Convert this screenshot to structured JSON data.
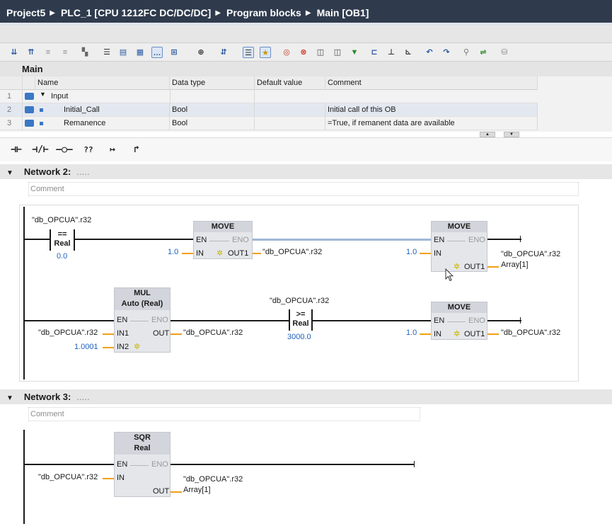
{
  "breadcrumb": [
    "Project5",
    "PLC_1 [CPU 1212FC DC/DC/DC]",
    "Program blocks",
    "Main [OB1]"
  ],
  "toolbar_icons": [
    "insert-row-icon",
    "delete-row-icon",
    "network-insert-icon",
    "network-delete-icon",
    "filter-icon",
    "open-all-icon",
    "close-all-icon",
    "absolute-op-icon",
    "comment-icon",
    "symbol-info-icon",
    "zoom-icon",
    "display-mode-icon",
    "tag-info-icon",
    "favorites-icon",
    "monitor-icon",
    "breakpoint-icon",
    "call-hierarchy-icon",
    "compare-icon",
    "download-icon",
    "select-icon",
    "step-over-icon",
    "step-into-icon",
    "go-back-icon",
    "go-forward-icon",
    "test-icon",
    "simulation-icon",
    "database-icon"
  ],
  "interface": {
    "title": "Main",
    "headers": {
      "name": "Name",
      "type": "Data type",
      "default": "Default value",
      "comment": "Comment"
    },
    "rows": [
      {
        "num": "1",
        "name": "Input",
        "type": "",
        "comment": ""
      },
      {
        "num": "2",
        "name": "Initial_Call",
        "type": "Bool",
        "comment": "Initial call of this OB"
      },
      {
        "num": "3",
        "name": "Remanence",
        "type": "Bool",
        "comment": "=True, if remanent data are available"
      }
    ]
  },
  "favorites": [
    "⊣⊢",
    "⊣/⊢",
    "–○–",
    "??",
    "↦",
    "↱"
  ],
  "network2": {
    "title": "Network 2:",
    "dots": ".....",
    "comment": "Comment",
    "contact1": {
      "operand": "\"db_OPCUA\".r32",
      "op": "==",
      "type": "Real",
      "value": "0.0"
    },
    "move1": {
      "title": "MOVE",
      "en": "EN",
      "eno": "ENO",
      "in": "IN",
      "out": "OUT1",
      "in_val": "1.0",
      "out_val": "\"db_OPCUA\".r32"
    },
    "move2": {
      "title": "MOVE",
      "en": "EN",
      "eno": "ENO",
      "in": "IN",
      "out": "OUT1",
      "in_val": "1.0",
      "out_val": "\"db_OPCUA\".r32",
      "out_val2": "Array[1]"
    },
    "mul": {
      "title": "MUL",
      "subtitle": "Auto (Real)",
      "en": "EN",
      "eno": "ENO",
      "in1": "IN1",
      "in2": "IN2",
      "out": "OUT",
      "in1_val": "\"db_OPCUA\".r32",
      "in2_val": "1.0001",
      "out_val": "\"db_OPCUA\".r32"
    },
    "contact2": {
      "operand": "\"db_OPCUA\".r32",
      "op": ">=",
      "type": "Real",
      "value": "3000.0"
    },
    "move3": {
      "title": "MOVE",
      "en": "EN",
      "eno": "ENO",
      "in": "IN",
      "out": "OUT1",
      "in_val": "1.0",
      "out_val": "\"db_OPCUA\".r32"
    }
  },
  "network3": {
    "title": "Network 3:",
    "dots": ".....",
    "comment": "Comment",
    "sqr": {
      "title": "SQR",
      "subtitle": "Real",
      "en": "EN",
      "eno": "ENO",
      "in": "IN",
      "out": "OUT",
      "in_val": "\"db_OPCUA\".r32",
      "out_val": "\"db_OPCUA\".r32",
      "out_val2": "Array[1]"
    }
  }
}
